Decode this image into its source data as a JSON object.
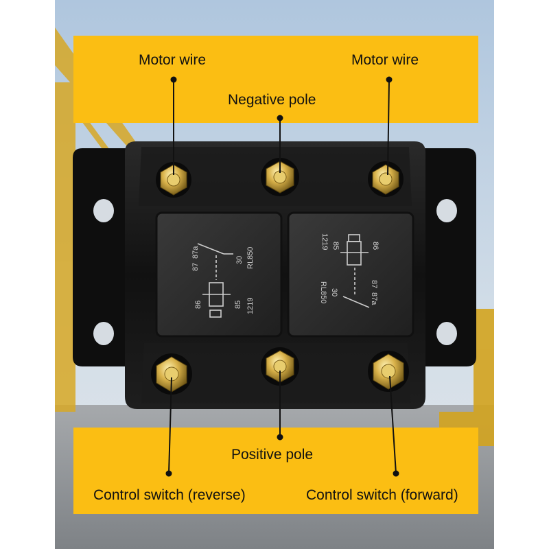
{
  "labels": {
    "motor_wire_left": "Motor wire",
    "motor_wire_right": "Motor wire",
    "negative_pole": "Negative pole",
    "positive_pole": "Positive pole",
    "control_reverse": "Control switch (reverse)",
    "control_forward": "Control switch (forward)"
  },
  "relay_left": {
    "model": "RL850",
    "code": "1219",
    "pin_87": "87",
    "pin_87a": "87a",
    "pin_30": "30",
    "pin_86": "86",
    "pin_85": "85"
  },
  "relay_right": {
    "model": "RL850",
    "code": "1219",
    "pin_87": "87",
    "pin_87a": "87a",
    "pin_30": "30",
    "pin_86": "86",
    "pin_85": "85"
  },
  "colors": {
    "banner": "#FBBE13",
    "housing": "#141414",
    "brass": "#C9A23A",
    "sky": "#C7D6E6",
    "ground": "#8E9296"
  }
}
